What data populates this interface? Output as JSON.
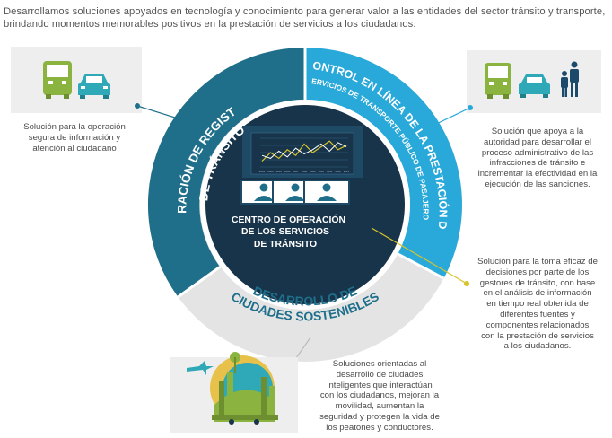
{
  "intro": {
    "lines": [
      "Desarrollamos soluciones apoyados en tecnología y conocimiento para generar valor a las entidades del sector tránsito y transporte,",
      "brindando momentos memorables positivos en la prestación de servicios a los ciudadanos."
    ]
  },
  "center": {
    "title_lines": [
      "CENTRO DE OPERACIÓN",
      "DE LOS SERVICIOS",
      "DE TRÁNSITO"
    ],
    "chart_labels": [
      "2003",
      "2004",
      "2005",
      "2006",
      "2007",
      "2008",
      "2009",
      "2010",
      "2011",
      "2012",
      "2013"
    ]
  },
  "segments": {
    "registros": {
      "line1": "OPERACIÓN DE REGISTROS",
      "line2": "DE TRÁNSITO",
      "color": "#1f6f8b"
    },
    "control": {
      "line1": "CONTROL EN LÍNEA DE LA PRESTACIÓN DE",
      "line2": "SERVICIOS DE TRANSPORTE PÚBLICO DE PASAJEROS",
      "color": "#29a9d9"
    },
    "ciudades": {
      "line1": "DESARROLLO DE",
      "line2": "CIUDADES SOSTENIBLES",
      "color": "#e4e4e4"
    }
  },
  "notes": {
    "left": [
      "Solución para la operación",
      "segura de información y",
      "atención al ciudadano"
    ],
    "right_top": [
      "Solución que apoya a la",
      "autoridad para desarrollar el",
      "proceso administrativo de las",
      "infracciones de tránsito e",
      "incrementar la efectividad en la",
      "ejecución de las sanciones."
    ],
    "right_mid": [
      "Solución para la toma eficaz de",
      "decisiones por parte de los",
      "gestores de tránsito, con base",
      "en el análisis de información",
      "en tiempo real obtenida de",
      "diferentes fuentes y",
      "componentes relacionados",
      "con la prestación de servicios",
      "a los ciudadanos."
    ],
    "bottom": [
      "Soluciones orientadas al",
      "desarrollo de ciudades",
      "inteligentes que interactúan",
      "con los ciudadanos, mejoran la",
      "movilidad, aumentan la",
      "seguridad y protegen la vida de",
      "los peatones y conductores."
    ]
  },
  "colors": {
    "dark_teal": "#1f6f8b",
    "light_blue": "#29a9d9",
    "ring_gray": "#e4e4e4",
    "core_navy": "#17344a",
    "bus_green": "#8ab43f",
    "car_teal": "#2fa8b7",
    "person_navy": "#1b4a6b",
    "connector_yellow": "#d8c32a"
  },
  "icons": [
    "bus-icon",
    "car-icon",
    "family-icon",
    "monitor-chart-icon",
    "operator-icon",
    "city-globe-icon"
  ]
}
